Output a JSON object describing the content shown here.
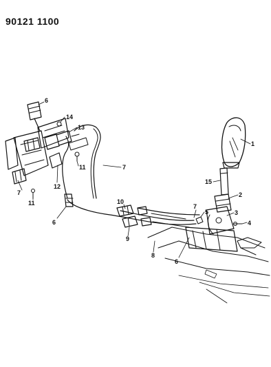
{
  "page": {
    "reference_number": "90121 1100"
  },
  "callouts": [
    {
      "id": "c1",
      "label": "1"
    },
    {
      "id": "c2",
      "label": "2"
    },
    {
      "id": "c3",
      "label": "3"
    },
    {
      "id": "c4",
      "label": "4"
    },
    {
      "id": "c5",
      "label": "5"
    },
    {
      "id": "c6a",
      "label": "6"
    },
    {
      "id": "c6b",
      "label": "6"
    },
    {
      "id": "c6c",
      "label": "6"
    },
    {
      "id": "c7a",
      "label": "7"
    },
    {
      "id": "c7b",
      "label": "7"
    },
    {
      "id": "c7c",
      "label": "7"
    },
    {
      "id": "c8",
      "label": "8"
    },
    {
      "id": "c9",
      "label": "9"
    },
    {
      "id": "c10",
      "label": "10"
    },
    {
      "id": "c11a",
      "label": "11"
    },
    {
      "id": "c11b",
      "label": "11"
    },
    {
      "id": "c12",
      "label": "12"
    },
    {
      "id": "c13",
      "label": "13"
    },
    {
      "id": "c14",
      "label": "14"
    },
    {
      "id": "c15",
      "label": "15"
    }
  ]
}
